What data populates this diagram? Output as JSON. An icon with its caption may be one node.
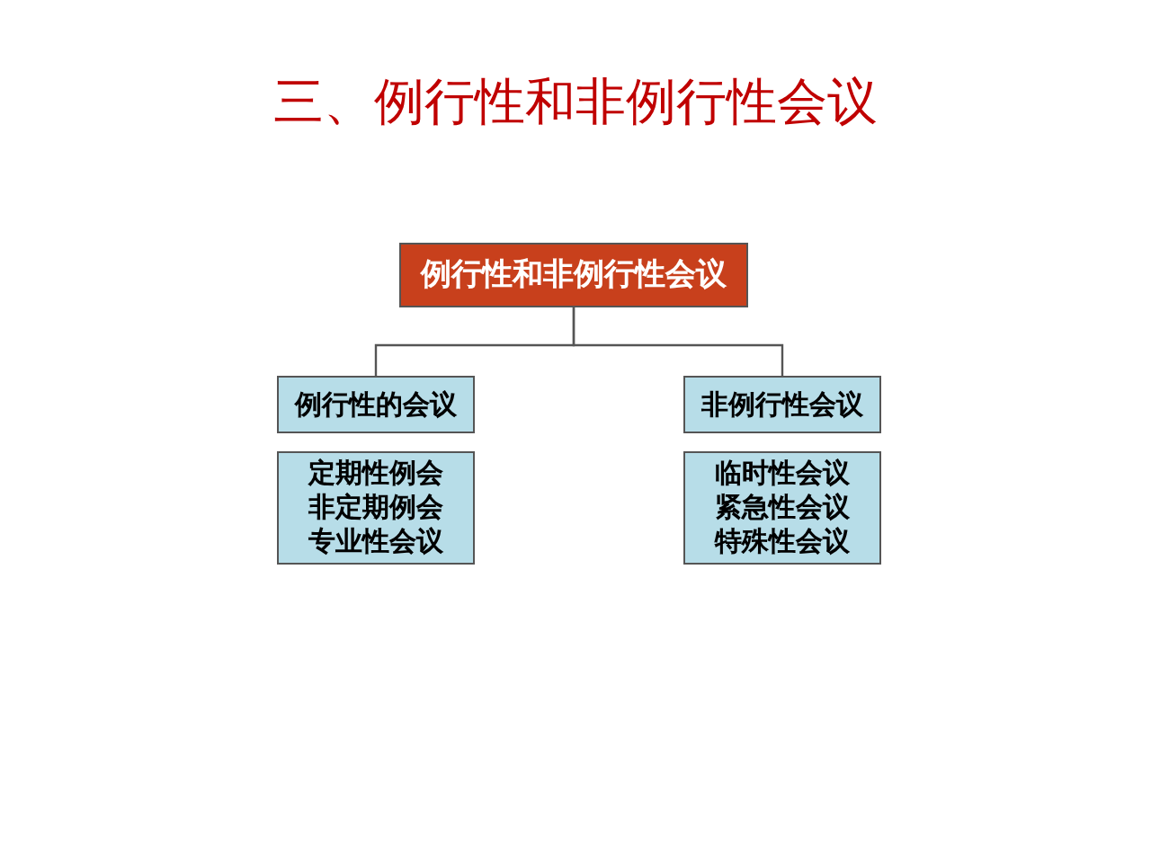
{
  "diagram": {
    "title": "三、例行性和非例行性会议",
    "nodes": [
      {
        "text": [
          "例行性和非例行性会议"
        ]
      },
      {
        "text": [
          "例行性的会议"
        ]
      },
      {
        "text": [
          "定期性例会",
          "非定期例会",
          "专业性会议"
        ]
      },
      {
        "text": [
          "非例行性会议"
        ]
      },
      {
        "text": [
          "临时性会议",
          "紧急性会议",
          "特殊性会议"
        ]
      }
    ],
    "edges": [
      {
        "from": 0,
        "to": 1,
        "arrow": "none"
      },
      {
        "from": 0,
        "to": 3,
        "arrow": "none"
      }
    ]
  }
}
